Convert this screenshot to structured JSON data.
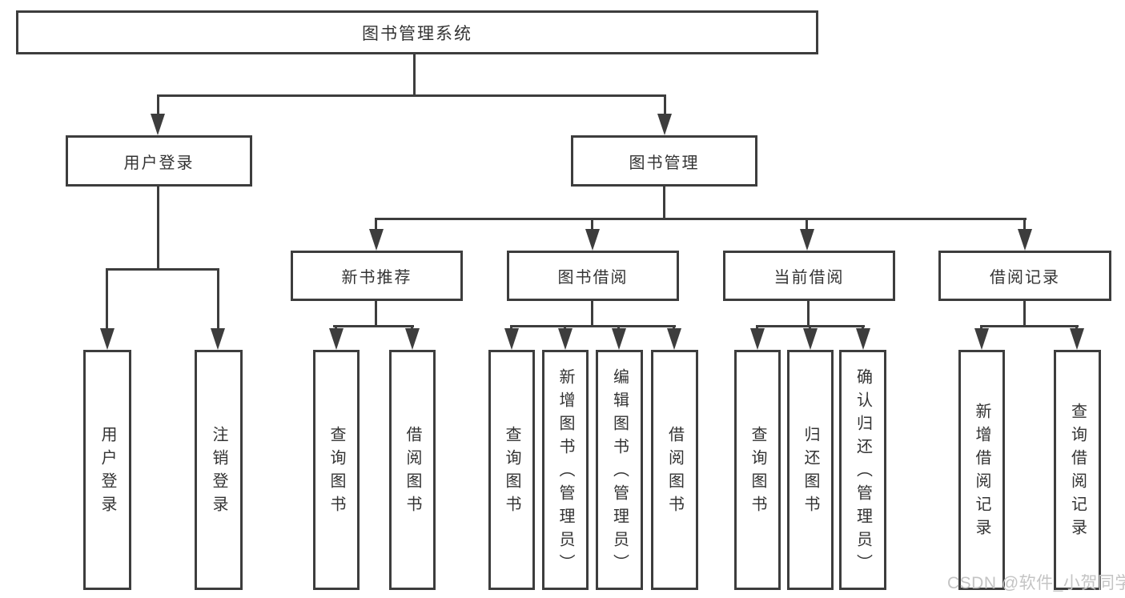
{
  "title": "图书管理系统",
  "user_branch": {
    "label": "用户登录",
    "children": [
      "用户登录",
      "注销登录"
    ]
  },
  "mgmt_branch": {
    "label": "图书管理",
    "modules": [
      {
        "label": "新书推荐",
        "children": [
          "查询图书",
          "借阅图书"
        ]
      },
      {
        "label": "图书借阅",
        "children": [
          "查询图书",
          "新增图书（管理员）",
          "编辑图书（管理员）",
          "借阅图书"
        ]
      },
      {
        "label": "当前借阅",
        "children": [
          "查询图书",
          "归还图书",
          "确认归还（管理员）"
        ]
      },
      {
        "label": "借阅记录",
        "children": [
          "新增借阅记录",
          "查询借阅记录"
        ]
      }
    ]
  },
  "watermark": "CSDN @软件_小贺同学",
  "colors": {
    "line": "#3d3d3d",
    "text": "#333333",
    "watermark": "#c4c4c4",
    "background": "#ffffff"
  }
}
